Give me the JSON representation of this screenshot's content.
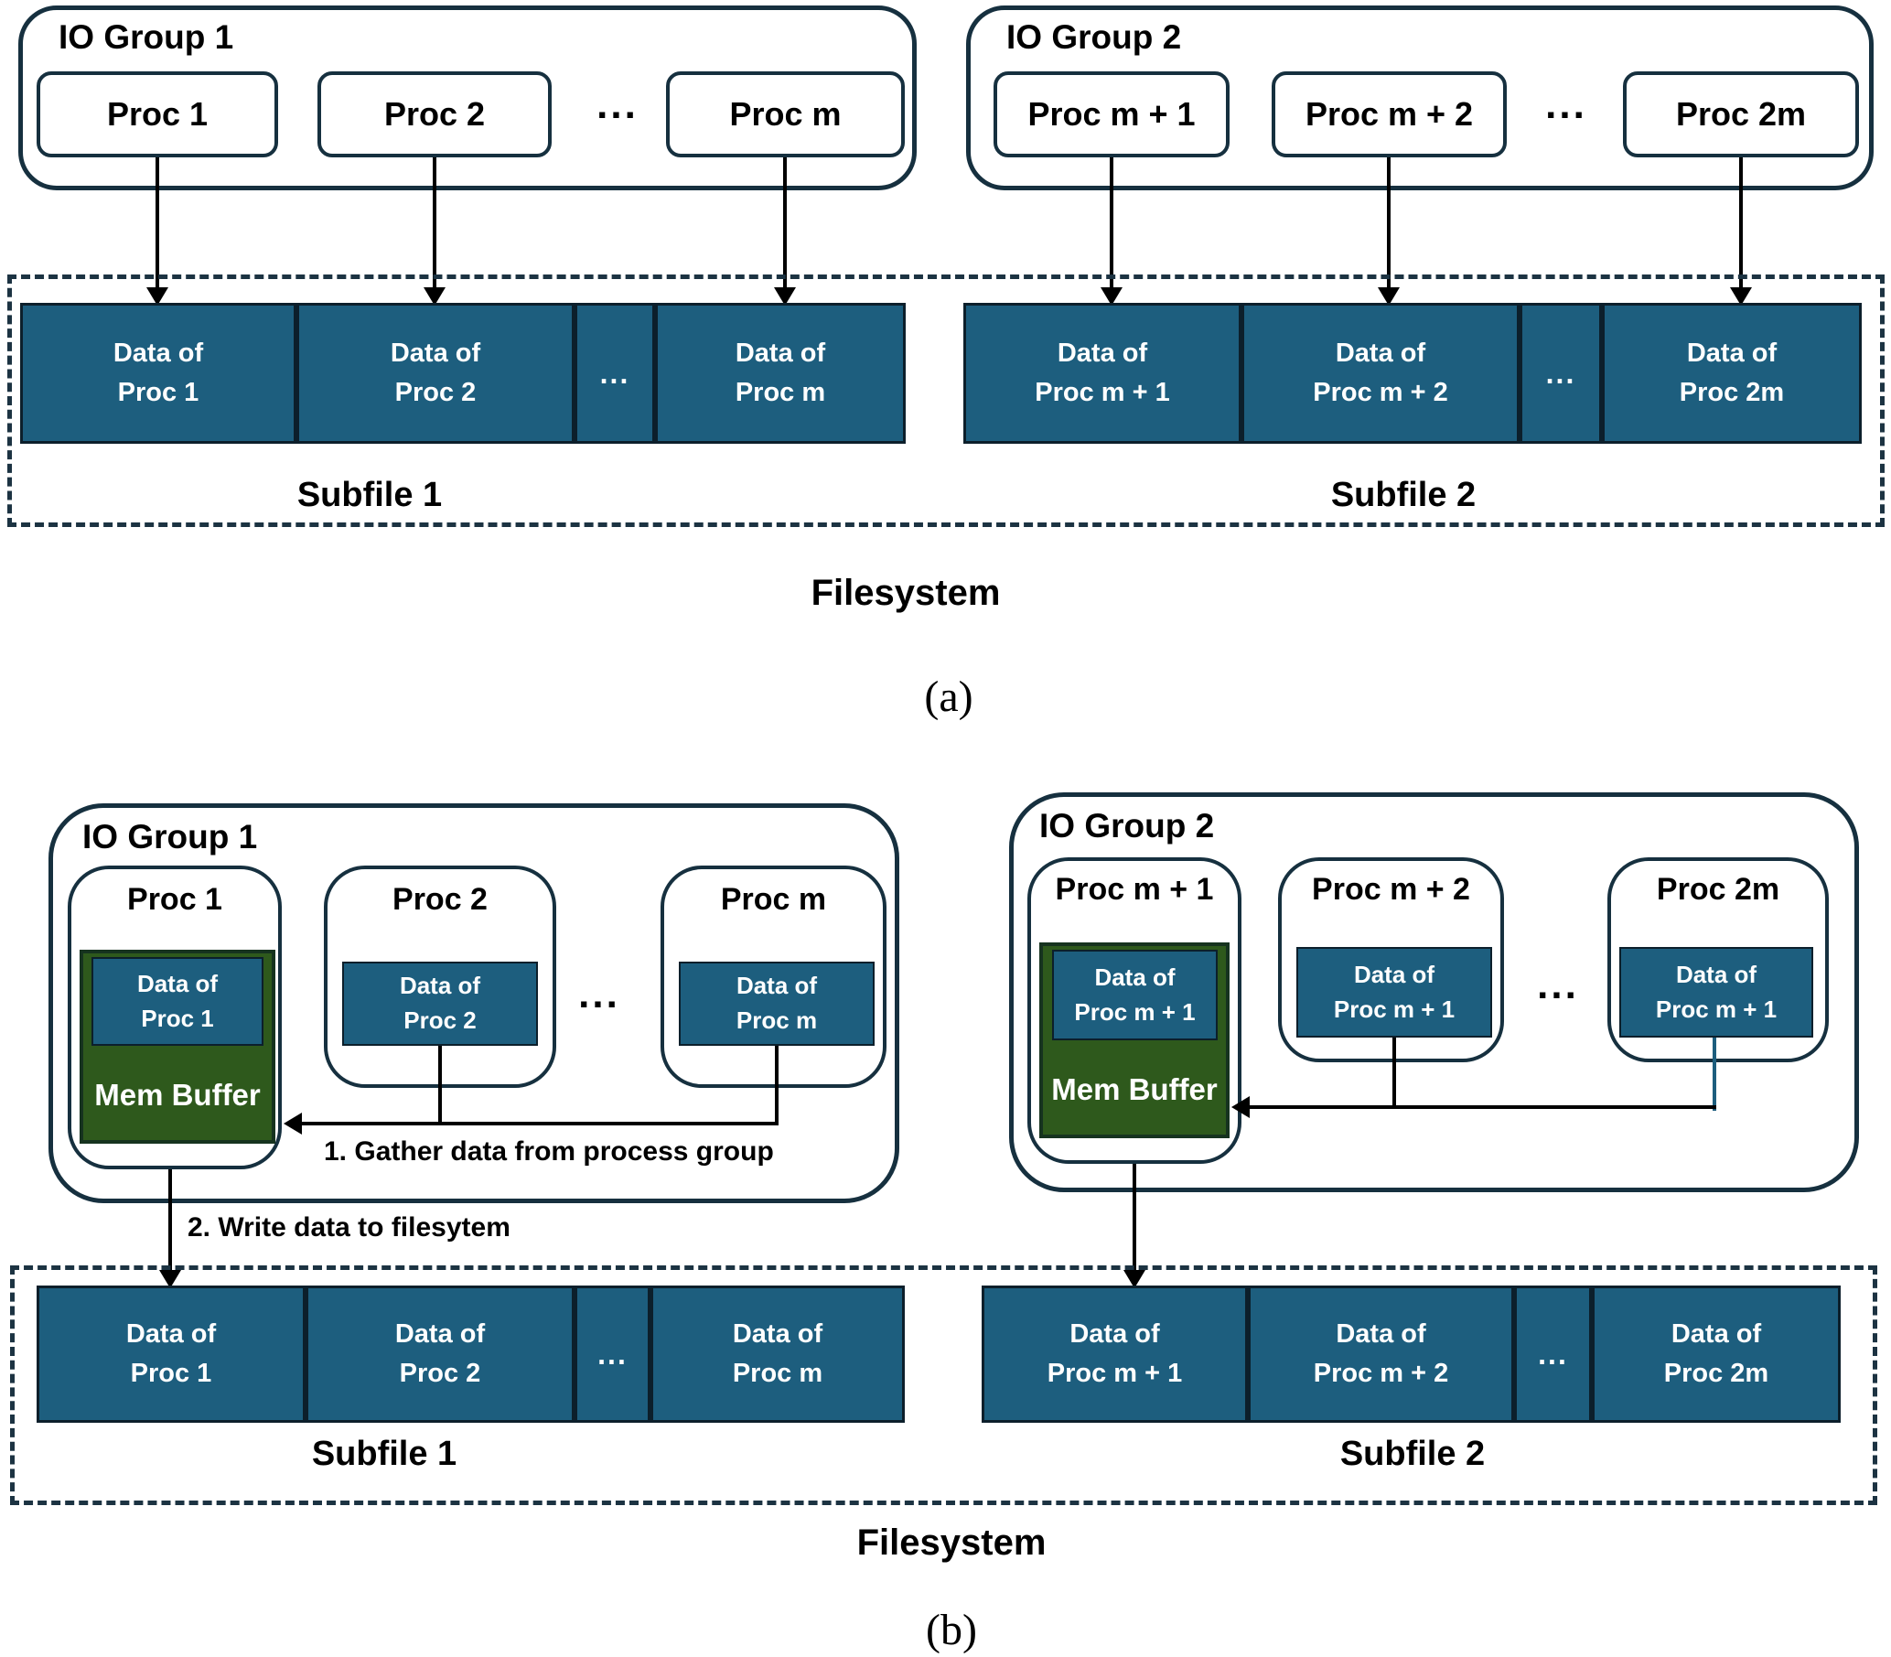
{
  "colors": {
    "teal": "#1d5e7e",
    "teal-border": "#0c1f2b",
    "green": "#2e591c",
    "green-border": "#16331f",
    "outline": "#16303f",
    "dash": "#1c3342"
  },
  "a": {
    "groups": [
      {
        "title": "IO Group 1",
        "procs": [
          "Proc 1",
          "Proc 2",
          "Proc m"
        ],
        "dots": "..."
      },
      {
        "title": "IO Group 2",
        "procs": [
          "Proc m + 1",
          "Proc m + 2",
          "Proc 2m"
        ],
        "dots": "..."
      }
    ],
    "subfile1": {
      "label": "Subfile 1",
      "blocks": [
        {
          "l1": "Data of",
          "l2": "Proc 1"
        },
        {
          "l1": "Data of",
          "l2": "Proc 2"
        },
        {
          "dots": "..."
        },
        {
          "l1": "Data of",
          "l2": "Proc m"
        }
      ]
    },
    "subfile2": {
      "label": "Subfile 2",
      "blocks": [
        {
          "l1": "Data of",
          "l2": "Proc m + 1"
        },
        {
          "l1": "Data of",
          "l2": "Proc m + 2"
        },
        {
          "dots": "..."
        },
        {
          "l1": "Data of",
          "l2": "Proc 2m"
        }
      ]
    },
    "filesystem": "Filesystem",
    "caption": "(a)"
  },
  "b": {
    "groups": [
      {
        "title": "IO Group 1",
        "dots": "...",
        "step1": "1. Gather data from process group",
        "step2": "2. Write data to filesytem",
        "procs": [
          {
            "title": "Proc 1",
            "data_l1": "Data of",
            "data_l2": "Proc 1",
            "mem": "Mem Buffer"
          },
          {
            "title": "Proc 2",
            "data_l1": "Data of",
            "data_l2": "Proc 2"
          },
          {
            "title": "Proc m",
            "data_l1": "Data of",
            "data_l2": "Proc m"
          }
        ]
      },
      {
        "title": "IO Group 2",
        "dots": "...",
        "procs": [
          {
            "title": "Proc m + 1",
            "data_l1": "Data of",
            "data_l2": "Proc m + 1",
            "mem": "Mem Buffer"
          },
          {
            "title": "Proc m + 2",
            "data_l1": "Data of",
            "data_l2": "Proc m + 1"
          },
          {
            "title": "Proc 2m",
            "data_l1": "Data of",
            "data_l2": "Proc m + 1"
          }
        ]
      }
    ],
    "subfile1": {
      "label": "Subfile 1",
      "blocks": [
        {
          "l1": "Data of",
          "l2": "Proc 1"
        },
        {
          "l1": "Data of",
          "l2": "Proc 2"
        },
        {
          "dots": "..."
        },
        {
          "l1": "Data of",
          "l2": "Proc m"
        }
      ]
    },
    "subfile2": {
      "label": "Subfile 2",
      "blocks": [
        {
          "l1": "Data of",
          "l2": "Proc m + 1"
        },
        {
          "l1": "Data of",
          "l2": "Proc m + 2"
        },
        {
          "dots": "..."
        },
        {
          "l1": "Data of",
          "l2": "Proc 2m"
        }
      ]
    },
    "filesystem": "Filesystem",
    "caption": "(b)"
  }
}
